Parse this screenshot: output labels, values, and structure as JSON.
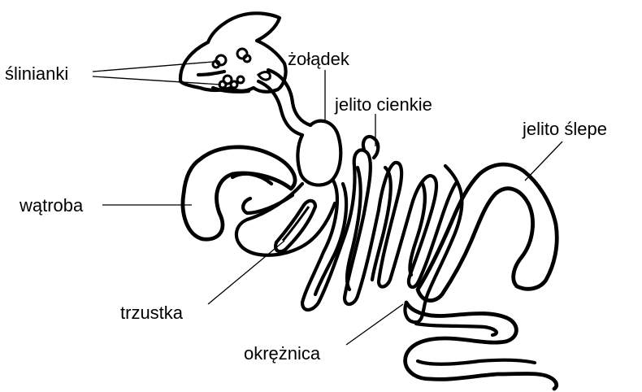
{
  "labels": {
    "salivary_glands": "ślinianki",
    "stomach": "żołądek",
    "small_intestine": "jelito cienkie",
    "caecum": "jelito ślepe",
    "liver": "wątroba",
    "pancreas": "trzustka",
    "colon": "okrężnica"
  },
  "colors": {
    "ink": "#000000",
    "background": "#ffffff"
  }
}
